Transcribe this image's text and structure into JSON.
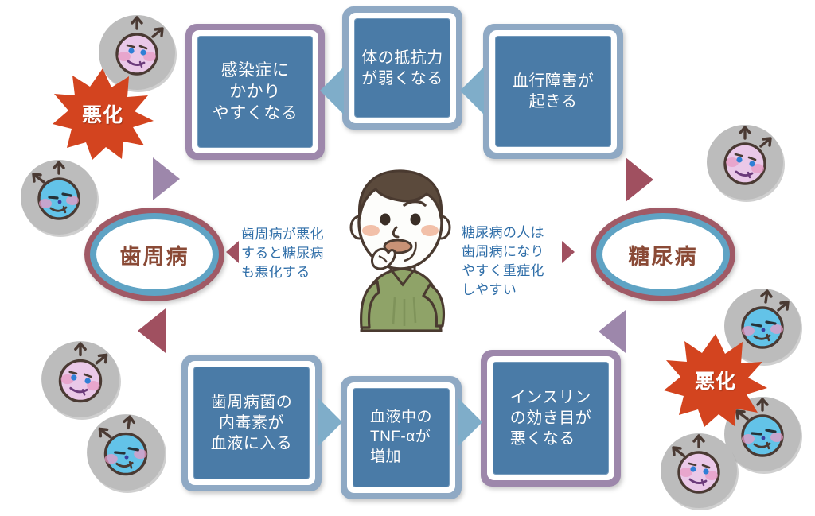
{
  "meta": {
    "title": "歯周病と糖尿病の関係図",
    "background": "#ffffff"
  },
  "colors": {
    "box_fill": "#4a7ba7",
    "frame_purple": "#9d87ab",
    "frame_blue": "#8fa9c4",
    "arrow_purple": "#9d87ab",
    "arrow_red": "#a05060",
    "connector_blue": "#7fadc9",
    "caption_blue": "#2f6ea8",
    "ellipse_outer": "#a05a66",
    "ellipse_inner_ring": "#5fa3c4",
    "ellipse_label": "#8a4a36",
    "burst_fill": "#d3441f",
    "germ_disc": "#b5b5b5",
    "germ_pink": "#e7c4e2",
    "germ_blue": "#63c3e8"
  },
  "nodes": {
    "left_circle": {
      "label": "歯周病"
    },
    "right_circle": {
      "label": "糖尿病"
    }
  },
  "top_flow": {
    "direction": "right-to-left",
    "boxes": [
      {
        "id": "top-1",
        "text": "感染症に\nかかり\nやすくなる",
        "frame": "purple"
      },
      {
        "id": "top-2",
        "text": "体の抵抗力\nが弱くなる",
        "frame": "blue"
      },
      {
        "id": "top-3",
        "text": "血行障害が\n起きる",
        "frame": "blue"
      }
    ]
  },
  "bottom_flow": {
    "direction": "left-to-right",
    "boxes": [
      {
        "id": "bot-1",
        "text": "歯周病菌の\n内毒素が\n血液に入る",
        "frame": "blue"
      },
      {
        "id": "bot-2",
        "text": "血液中の\nTNF-αが\n増加",
        "frame": "blue"
      },
      {
        "id": "bot-3",
        "text": "インスリン\nの効き目が\n悪くなる",
        "frame": "purple"
      }
    ]
  },
  "captions": {
    "left": "歯周病が悪化\nすると糖尿病\nも悪化する",
    "right": "糖尿病の人は\n歯周病になり\nやすく重症化\nしやすい"
  },
  "bursts": [
    {
      "id": "burst-top-left",
      "label": "悪化"
    },
    {
      "id": "burst-bottom-right",
      "label": "悪化"
    }
  ],
  "character": {
    "name": "worried-man-illustration",
    "hair_color": "#5b4a3c",
    "shirt_color": "#8fa368",
    "skin_color": "#fdfdfb"
  },
  "germs": [
    {
      "id": "germ-1",
      "type": "pink",
      "eyes": "open"
    },
    {
      "id": "germ-2",
      "type": "blue",
      "eyes": "closed"
    },
    {
      "id": "germ-3",
      "type": "pink",
      "eyes": "open"
    },
    {
      "id": "germ-4",
      "type": "blue",
      "eyes": "closed"
    },
    {
      "id": "germ-5",
      "type": "pink",
      "eyes": "open"
    },
    {
      "id": "germ-6",
      "type": "blue",
      "eyes": "closed"
    },
    {
      "id": "germ-7",
      "type": "blue",
      "eyes": "closed"
    },
    {
      "id": "germ-8",
      "type": "pink",
      "eyes": "open"
    }
  ]
}
